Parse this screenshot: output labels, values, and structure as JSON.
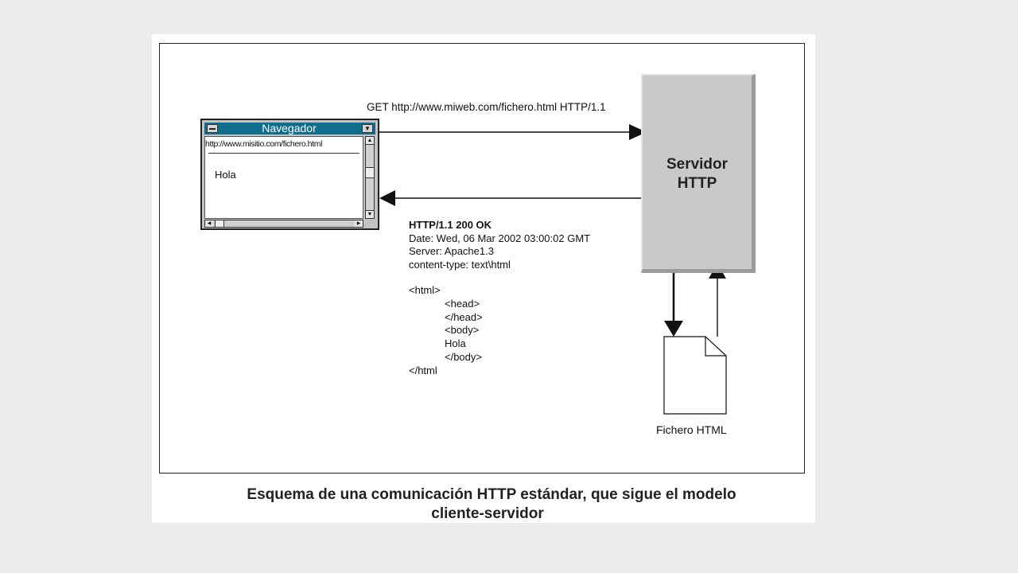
{
  "browser": {
    "title": "Navegador",
    "url": "http://www.misitio.com/fichero.html",
    "page_text": "Hola"
  },
  "server": {
    "label_line1": "Servidor",
    "label_line2": "HTTP"
  },
  "request": {
    "line": "GET http://www.miweb.com/fichero.html HTTP/1.1"
  },
  "response": {
    "status": "HTTP/1.1 200 OK",
    "date": "Date: Wed, 06 Mar 2002 03:00:02 GMT",
    "server": "Server: Apache1.3",
    "content_type": "content-type: text\\html",
    "code_lines": [
      "<html>",
      "<head>",
      "</head>",
      "<body>",
      "Hola",
      "</body>",
      "</html"
    ]
  },
  "file": {
    "label": "Fichero HTML"
  },
  "caption": {
    "line1": "Esquema de una comunicación HTTP estándar, que sigue el modelo",
    "line2": "cliente-servidor"
  }
}
